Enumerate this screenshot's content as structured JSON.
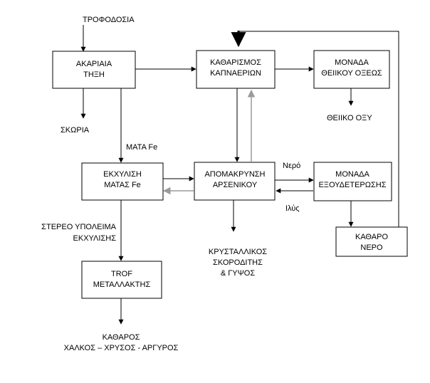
{
  "boxes": {
    "instant_melting": {
      "line1": "ΑΚΑΡΙΑΙΑ",
      "line2": "ΤΗΞΗ"
    },
    "flue_gas_cleaning": {
      "line1": "ΚΑΘΑΡΙΣΜΟΣ",
      "line2": "ΚΑΠΝΑΕΡΙΩΝ"
    },
    "sulfuric_acid_unit": {
      "line1": "ΜΟΝΑΔΑ",
      "line2": "ΘΕΙΙΚΟΥ ΟΞΕΩΣ"
    },
    "matte_leaching": {
      "line1": "ΕΚΧΥΛΙΣΗ",
      "line2": "ΜΑΤΑΣ Fe"
    },
    "arsenic_removal": {
      "line1": "ΑΠΟΜΑΚΡΥΝΣΗ",
      "line2": "ΑΡΣΕΝΙΚΟΥ"
    },
    "neutralization_unit": {
      "line1": "ΜΟΝΑΔΑ",
      "line2": "ΕΞΟΥΔΕΤΕΡΩΣΗΣ"
    },
    "clean_water": {
      "line1": "ΚΑΘΑΡΟ",
      "line2": "ΝΕΡΟ"
    },
    "trof_converter": {
      "line1": "TROF",
      "line2": "ΜΕΤΑΛΛΑΚΤΗΣ"
    }
  },
  "labels": {
    "feed": "ΤΡΟΦΟΔΟΣΙΑ",
    "slag": "ΣΚΩΡΙΑ",
    "matte_fe": "ΜΑΤΑ Fe",
    "sulfuric_acid": "ΘΕΙΙΚΟ ΟΞΥ",
    "water": "Νερό",
    "sludge": "Ιλύς",
    "leach_residue_line1": "ΣΤΕΡΕΟ ΥΠΟΛΕΙΜΑ",
    "leach_residue_line2": "ΕΚΧΥΛΙΣΗΣ",
    "scorodite_line1": "ΚΡΥΣΤΑΛΛΙΚΟΣ",
    "scorodite_line2": "ΣΚΟΡΟΔΙΤΗΣ",
    "scorodite_line3": "& ΓΥΨΟΣ",
    "products_line1": "ΚΑΘΑΡΟΣ",
    "products_line2": "ΧΑΛΚΟΣ – ΧΡΥΣΟΣ - ΑΡΓΥΡΟΣ"
  },
  "colors": {
    "stroke": "#000000",
    "return_flow": "#9a9a9a",
    "background": "#ffffff"
  }
}
